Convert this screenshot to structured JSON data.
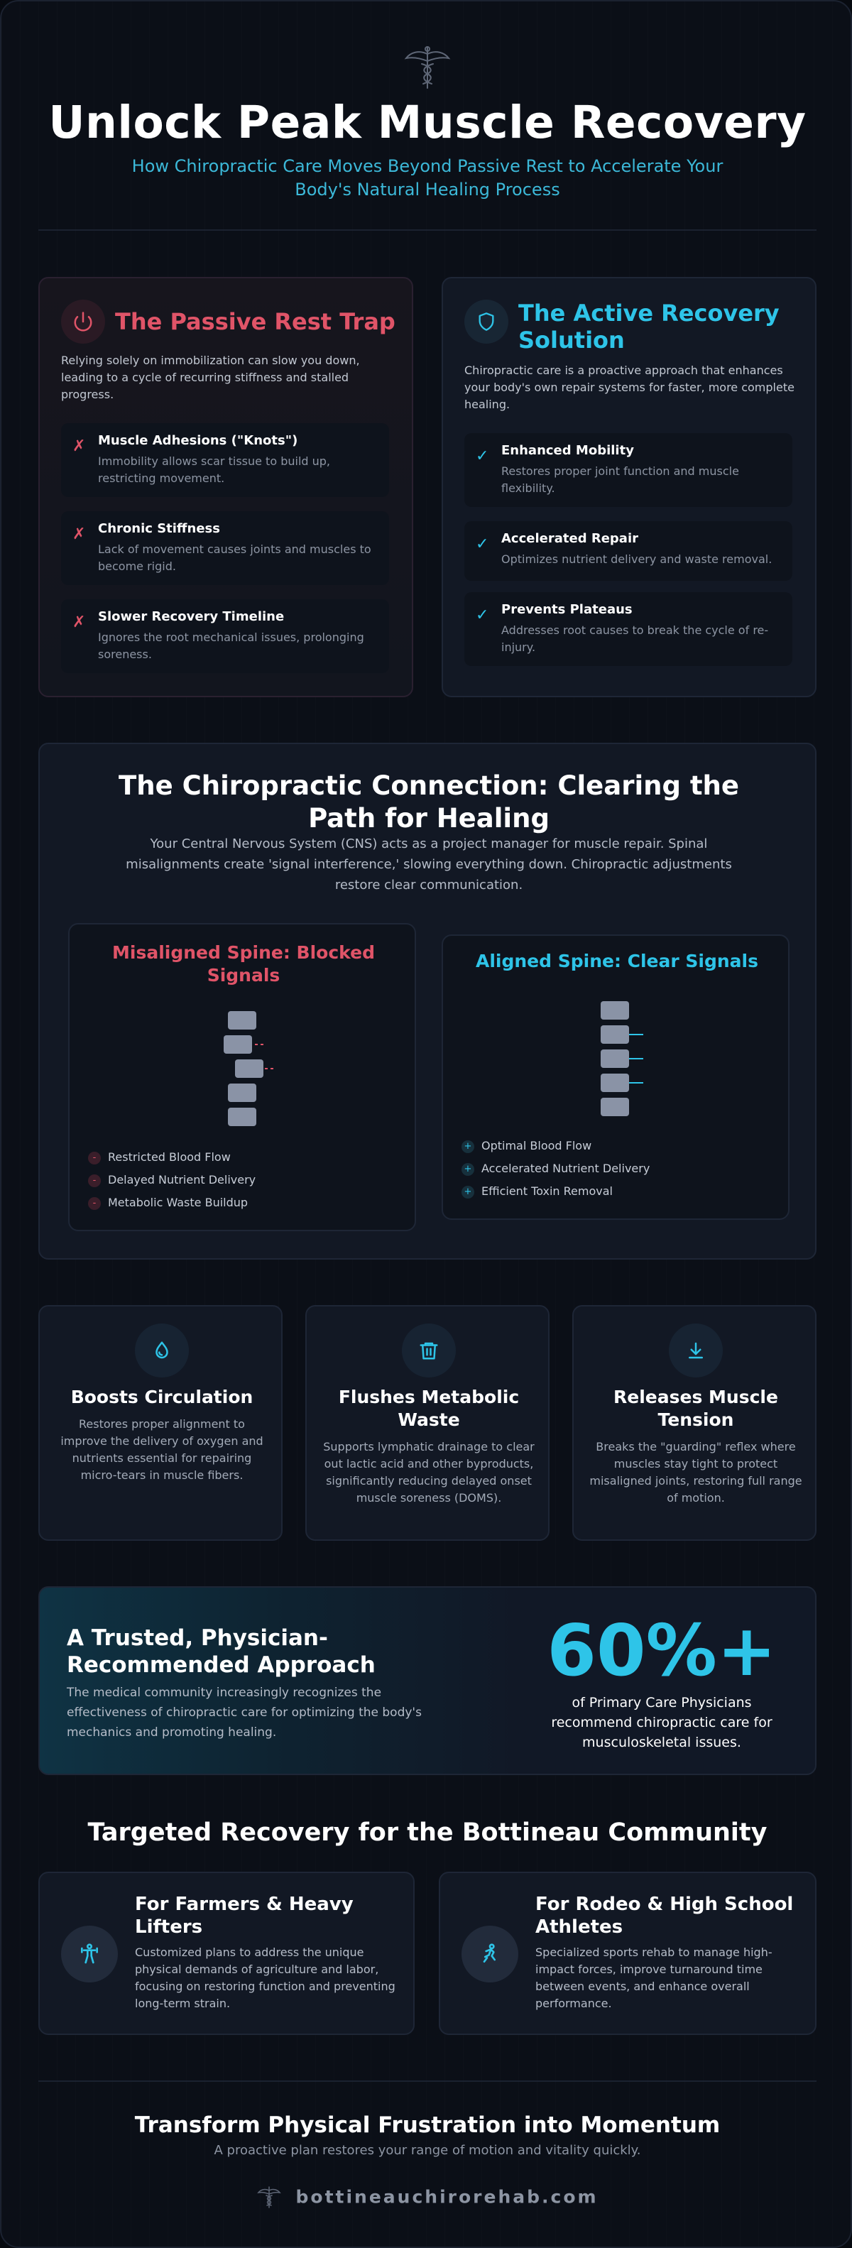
{
  "header": {
    "title": "Unlock Peak Muscle Recovery",
    "subtitle": "How Chiropractic Care Moves Beyond Passive Rest to Accelerate Your Body's Natural Healing Process"
  },
  "passive": {
    "title": "The Passive Rest Trap",
    "desc": "Relying solely on immobilization can slow you down, leading to a cycle of recurring stiffness and stalled progress.",
    "items": [
      {
        "title": "Muscle Adhesions (\"Knots\")",
        "desc": "Immobility allows scar tissue to build up, restricting movement."
      },
      {
        "title": "Chronic Stiffness",
        "desc": "Lack of movement causes joints and muscles to become rigid."
      },
      {
        "title": "Slower Recovery Timeline",
        "desc": "Ignores the root mechanical issues, prolonging soreness."
      }
    ],
    "mark": "✗"
  },
  "active": {
    "title": "The Active Recovery Solution",
    "desc": "Chiropractic care is a proactive approach that enhances your body's own repair systems for faster, more complete healing.",
    "items": [
      {
        "title": "Enhanced Mobility",
        "desc": "Restores proper joint function and muscle flexibility."
      },
      {
        "title": "Accelerated Repair",
        "desc": "Optimizes nutrient delivery and waste removal."
      },
      {
        "title": "Prevents Plateaus",
        "desc": "Addresses root causes to break the cycle of re-injury."
      }
    ],
    "mark": "✓"
  },
  "connection": {
    "title": "The Chiropractic Connection: Clearing the Path for Healing",
    "desc": "Your Central Nervous System (CNS) acts as a project manager for muscle repair. Spinal misalignments create 'signal interference,' slowing everything down. Chiropractic adjustments restore clear communication.",
    "misaligned": {
      "title": "Misaligned Spine: Blocked Signals",
      "items": [
        "Restricted Blood Flow",
        "Delayed Nutrient Delivery",
        "Metabolic Waste Buildup"
      ],
      "mark": "-"
    },
    "aligned": {
      "title": "Aligned Spine: Clear Signals",
      "items": [
        "Optimal Blood Flow",
        "Accelerated Nutrient Delivery",
        "Efficient Toxin Removal"
      ],
      "mark": "+"
    }
  },
  "benefits": [
    {
      "icon": "droplet-icon",
      "title": "Boosts Circulation",
      "desc": "Restores proper alignment to improve the delivery of oxygen and nutrients essential for repairing micro-tears in muscle fibers."
    },
    {
      "icon": "trash-icon",
      "title": "Flushes Metabolic Waste",
      "desc": "Supports lymphatic drainage to clear out lactic acid and other byproducts, significantly reducing delayed onset muscle soreness (DOMS)."
    },
    {
      "icon": "arrow-down-icon",
      "title": "Releases Muscle Tension",
      "desc": "Breaks the \"guarding\" reflex where muscles stay tight to protect misaligned joints, restoring full range of motion."
    }
  ],
  "trusted": {
    "title": "A Trusted, Physician-Recommended Approach",
    "desc": "The medical community increasingly recognizes the effectiveness of chiropractic care for optimizing the body's mechanics and promoting healing.",
    "stat": "60%+",
    "stat_desc": "of Primary Care Physicians recommend chiropractic care for musculoskeletal issues."
  },
  "community": {
    "title": "Targeted Recovery for the Bottineau Community",
    "cards": [
      {
        "icon": "lifter-icon",
        "title": "For Farmers & Heavy Lifters",
        "desc": "Customized plans to address the unique physical demands of agriculture and labor, focusing on restoring function and preventing long-term strain."
      },
      {
        "icon": "athlete-icon",
        "title": "For Rodeo & High School Athletes",
        "desc": "Specialized sports rehab to manage high-impact forces, improve turnaround time between events, and enhance overall performance."
      }
    ]
  },
  "footer": {
    "title": "Transform Physical Frustration into Momentum",
    "sub": "A proactive plan restores your range of motion and vitality quickly.",
    "url": "bottineauchirorehab.com"
  },
  "colors": {
    "red": "#e05468",
    "cyan": "#2ec4e8",
    "bg": "#0b0f17",
    "card": "#121824"
  }
}
